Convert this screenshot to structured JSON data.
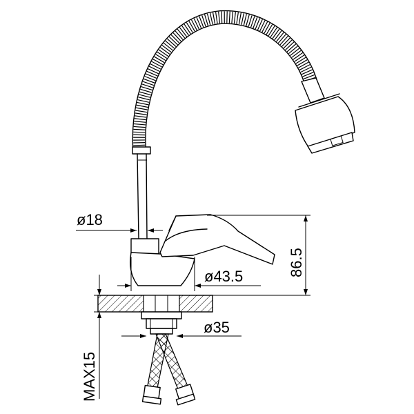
{
  "dimensions": {
    "pipe_diameter": "ø18",
    "body_diameter": "ø43.5",
    "shank_diameter": "ø35",
    "height": "86.5",
    "max_thickness": "MAX15"
  },
  "colors": {
    "line": "#000000",
    "background": "#ffffff"
  }
}
